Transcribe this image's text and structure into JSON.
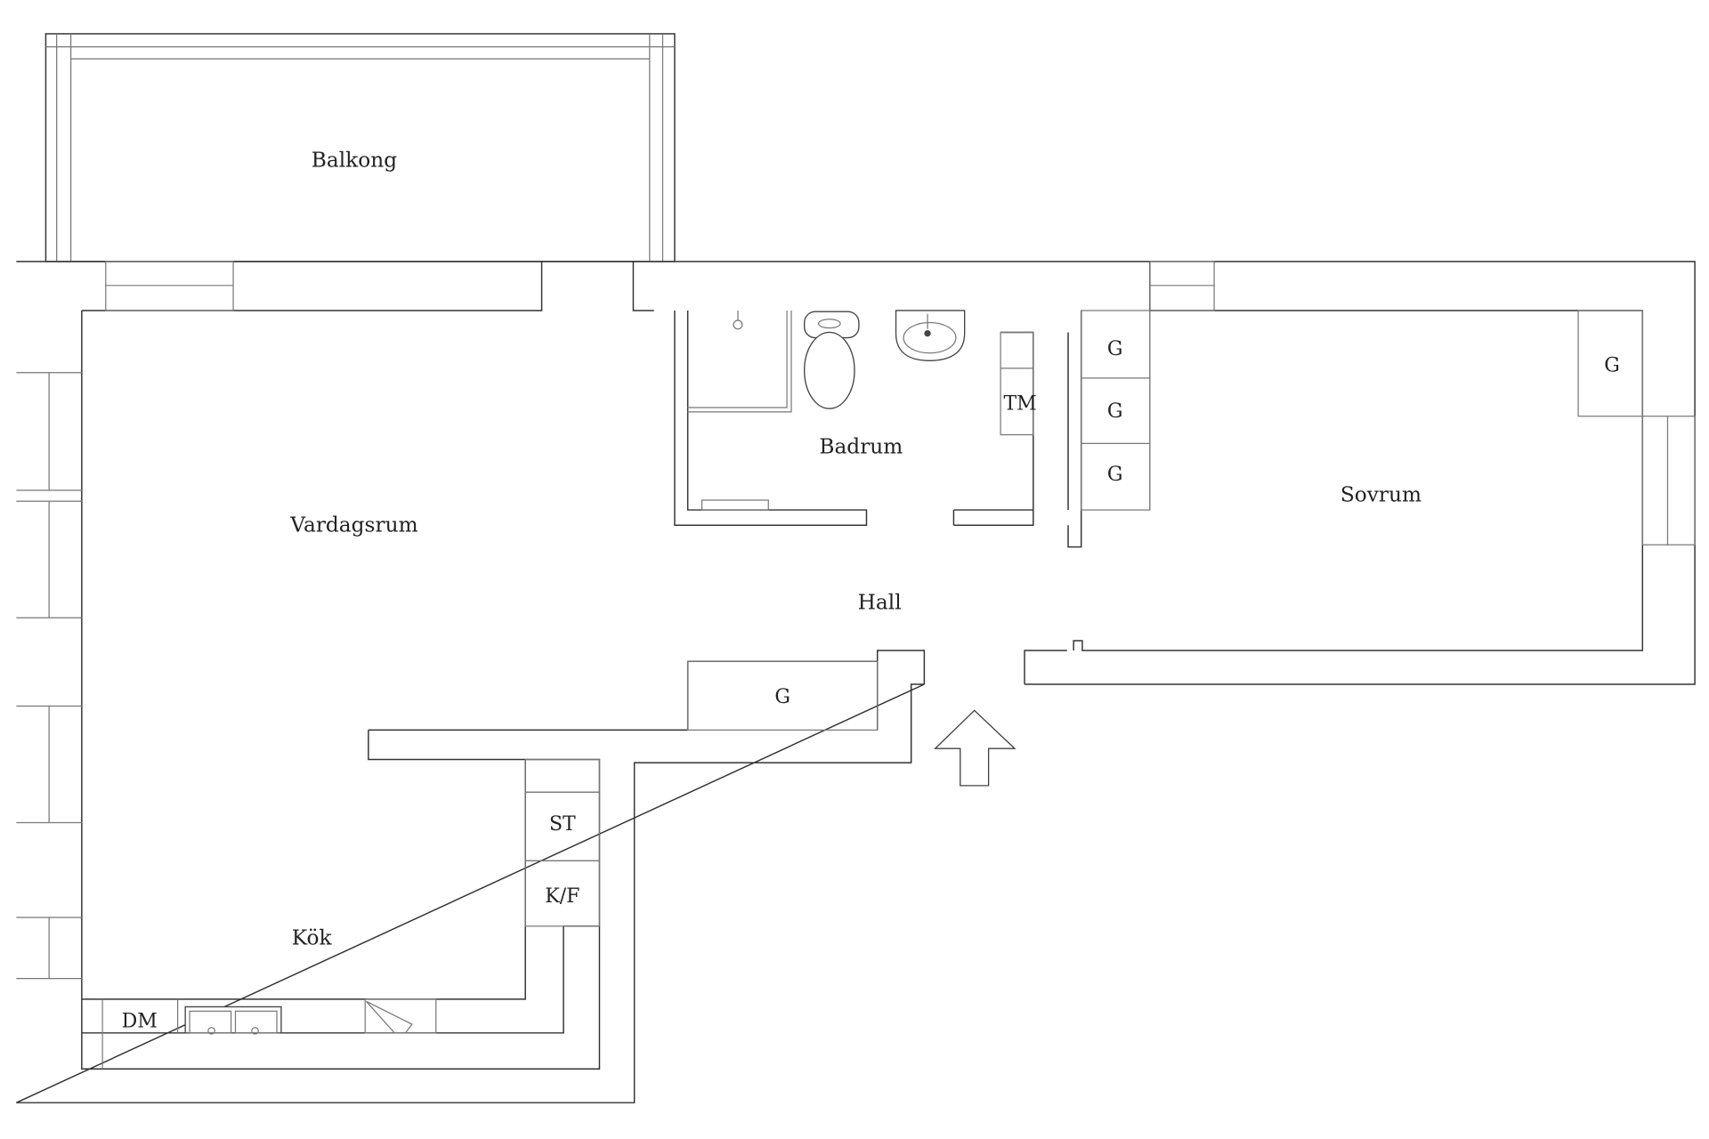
{
  "rooms": {
    "balkong": "Balkong",
    "vardagsrum": "Vardagsrum",
    "badrum": "Badrum",
    "sovrum": "Sovrum",
    "hall": "Hall",
    "kok": "Kök"
  },
  "fixtures": {
    "garderob": "G",
    "torktumlare": "TM",
    "spis": "ST",
    "kyl_frys": "K/F",
    "diskmaskin": "DM"
  },
  "colors": {
    "wall": "#333333",
    "background": "#ffffff"
  }
}
